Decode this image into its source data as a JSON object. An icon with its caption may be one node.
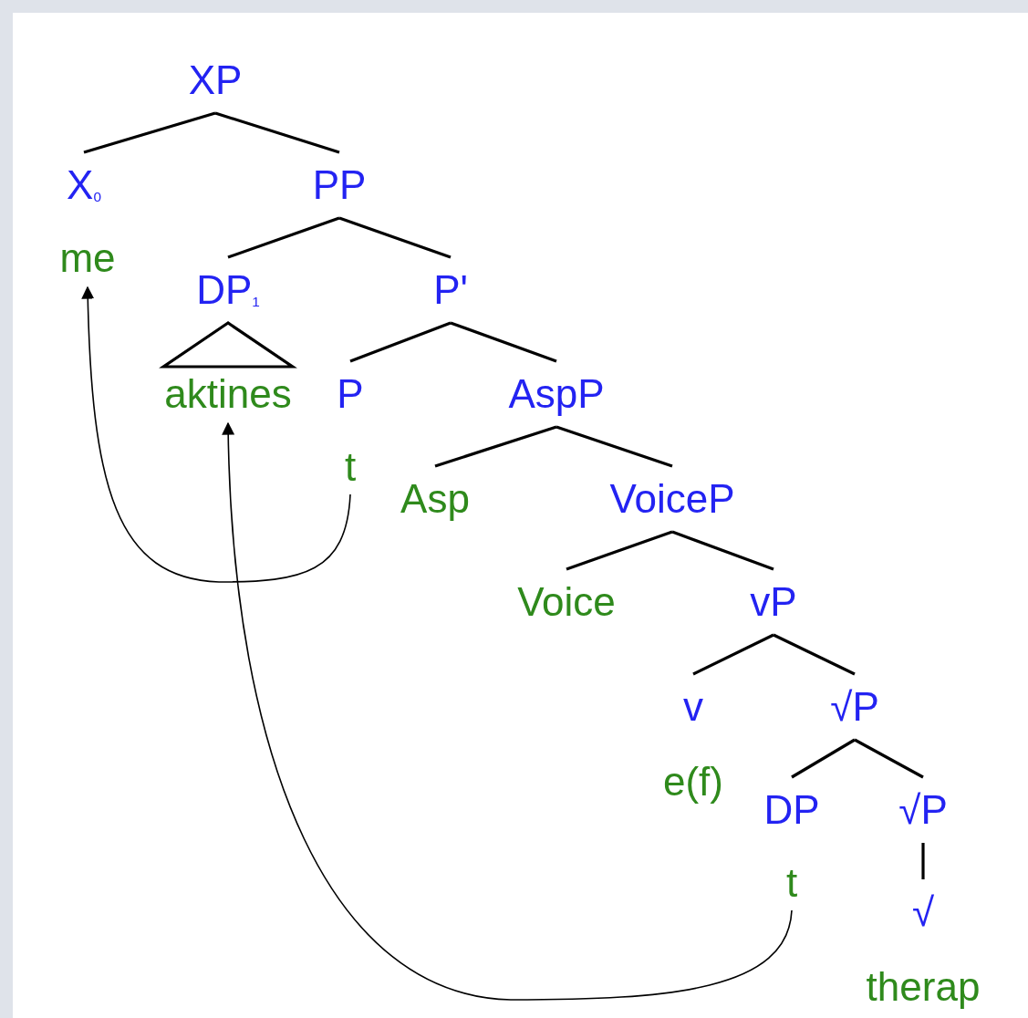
{
  "diagram": {
    "nodes": [
      {
        "text": [
          "XP"
        ]
      },
      {
        "text": [
          "X$_{0}$"
        ]
      },
      {
        "text": [
          "PP"
        ]
      },
      {
        "text": [
          "me"
        ]
      },
      {
        "text": [
          "DP$_{1}$"
        ]
      },
      {
        "text": [
          "P'"
        ]
      },
      {
        "text": [
          "aktines"
        ]
      },
      {
        "text": [
          "P"
        ]
      },
      {
        "text": [
          "AspP"
        ]
      },
      {
        "text": [
          "t"
        ]
      },
      {
        "text": [
          "Asp"
        ]
      },
      {
        "text": [
          "VoiceP"
        ]
      },
      {
        "text": [
          "Voice"
        ]
      },
      {
        "text": [
          "vP"
        ]
      },
      {
        "text": [
          "v"
        ]
      },
      {
        "text": [
          "√P"
        ]
      },
      {
        "text": [
          "e(f)"
        ]
      },
      {
        "text": [
          "DP"
        ]
      },
      {
        "text": [
          "√P"
        ]
      },
      {
        "text": [
          "t"
        ]
      },
      {
        "text": [
          "√"
        ]
      },
      {
        "text": [
          "therap"
        ]
      }
    ],
    "edges": [
      {
        "from": 0,
        "to": 1,
        "arrow": "none"
      },
      {
        "from": 0,
        "to": 2,
        "arrow": "none"
      },
      {
        "from": 2,
        "to": 4,
        "arrow": "none"
      },
      {
        "from": 2,
        "to": 5,
        "arrow": "none"
      },
      {
        "from": 4,
        "to": 6,
        "arrow": "none"
      },
      {
        "from": 5,
        "to": 7,
        "arrow": "none"
      },
      {
        "from": 5,
        "to": 8,
        "arrow": "none"
      },
      {
        "from": 8,
        "to": 10,
        "arrow": "none"
      },
      {
        "from": 8,
        "to": 11,
        "arrow": "none"
      },
      {
        "from": 11,
        "to": 12,
        "arrow": "none"
      },
      {
        "from": 11,
        "to": 13,
        "arrow": "none"
      },
      {
        "from": 13,
        "to": 14,
        "arrow": "none"
      },
      {
        "from": 13,
        "to": 15,
        "arrow": "none"
      },
      {
        "from": 15,
        "to": 17,
        "arrow": "none"
      },
      {
        "from": 15,
        "to": 18,
        "arrow": "none"
      },
      {
        "from": 18,
        "to": 20,
        "arrow": "none"
      },
      {
        "from": 9,
        "to": 3,
        "arrow": "to"
      },
      {
        "from": 19,
        "to": 6,
        "arrow": "to"
      }
    ]
  }
}
